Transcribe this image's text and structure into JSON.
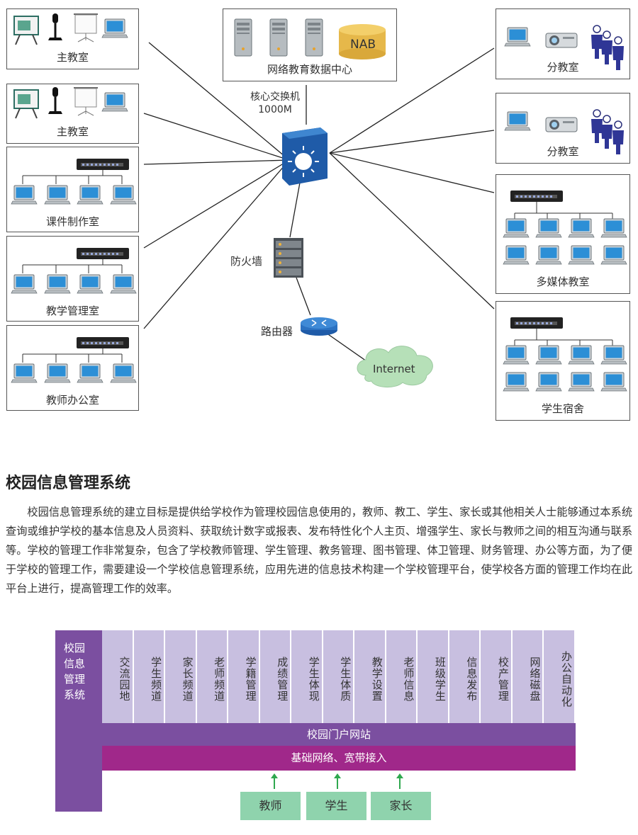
{
  "rooms": {
    "main1": "主教室",
    "main2": "主教室",
    "courseware": "课件制作室",
    "teach_mgmt": "教学管理室",
    "teacher_office": "教师办公室",
    "datacenter": "网络教育数据中心",
    "nab": "NAB",
    "branch1": "分教室",
    "branch2": "分教室",
    "multimedia": "多媒体教室",
    "dorm": "学生宿舍"
  },
  "core_switch": {
    "line1": "核心交换机",
    "line2": "1000M"
  },
  "firewall": "防火墙",
  "router": "路由器",
  "internet": "Internet",
  "section_title": "校园信息管理系统",
  "paragraph": "校园信息管理系统的建立目标是提供给学校作为管理校园信息使用的，教师、教工、学生、家长或其他相关人士能够通过本系统查询或维护学校的基本信息及人员资料、获取统计数字或报表、发布特性化个人主页、增强学生、家长与教师之间的相互沟通与联系等。学校的管理工作非常复杂，包含了学校教师管理、学生管理、教务管理、图书管理、体卫管理、财务管理、办公等方面，为了便于学校的管理工作，需要建设一个学校信息管理系统，应用先进的信息技术构建一个学校管理平台，使学校各方面的管理工作均在此平台上进行，提高管理工作的效率。",
  "system": {
    "side_label": "校园信息管理系统",
    "modules": [
      "交流园地",
      "学生频道",
      "家长频道",
      "老师频道",
      "学籍管理",
      "成绩管理",
      "学生体现",
      "学生体质",
      "教学设置",
      "老师信息",
      "班级学生",
      "信息发布",
      "校产管理",
      "网络磁盘",
      "办公自动化"
    ],
    "portal": "校园门户网站",
    "base": "基础网络、宽带接入",
    "users": [
      "教师",
      "学生",
      "家长"
    ]
  },
  "colors": {
    "side": "#7b4fa0",
    "portal": "#7b4fa0",
    "base": "#a0288a",
    "module": "#c8bfe0",
    "user": "#8fd3ad",
    "arrow": "#2fa84f"
  }
}
